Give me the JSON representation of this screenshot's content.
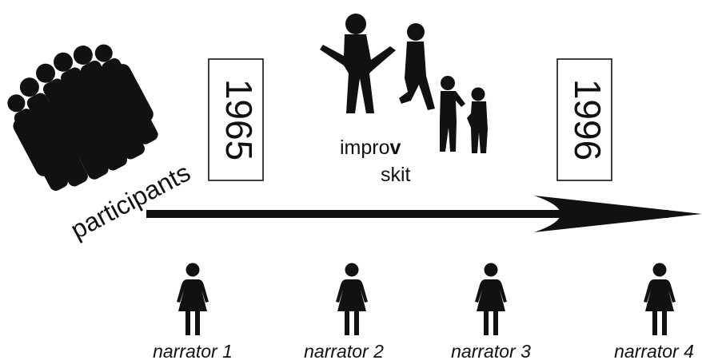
{
  "participants_label": "participants",
  "years": [
    "1965",
    "1996"
  ],
  "skit": {
    "line1_prefix": "impro",
    "line1_bold": "v",
    "line2": "skit"
  },
  "narrators": [
    "narrator 1",
    "narrator 2",
    "narrator 3",
    "narrator 4"
  ],
  "icons": [
    "group-silhouette-icon",
    "people-silhouette-icon",
    "arrow-icon",
    "woman-icon"
  ],
  "colors": {
    "ink": "#111111",
    "background": "#ffffff"
  }
}
